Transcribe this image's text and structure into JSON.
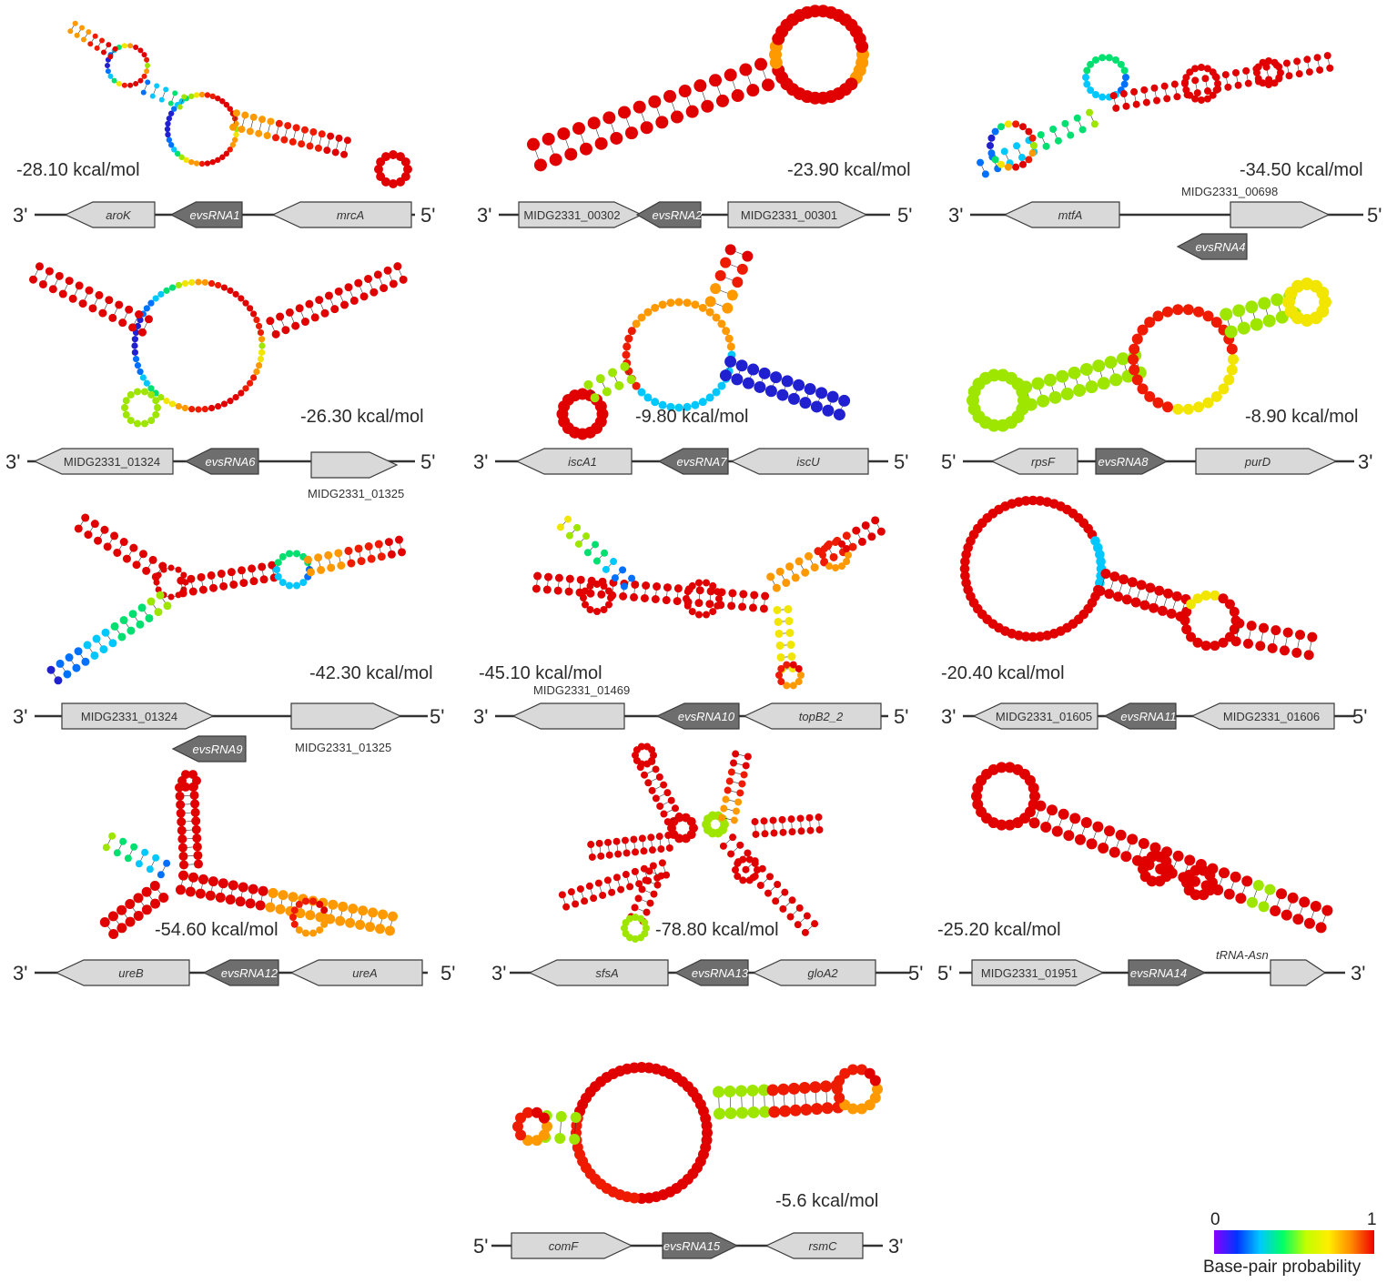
{
  "colors": {
    "gene_fill": "#d9d9d9",
    "gene_stroke": "#3a3a3a",
    "srna_fill": "#6e6e6e",
    "line": "#333333"
  },
  "panels": [
    {
      "id": "evsRNA1",
      "energy": "-28.10 kcal/mol",
      "left_end": "3'",
      "right_end": "5'",
      "genes": [
        {
          "label": "aroK",
          "dir": "left",
          "type": "gene",
          "italic": true
        },
        {
          "label": "evsRNA1",
          "dir": "left",
          "type": "srna"
        },
        {
          "label": "mrcA",
          "dir": "left",
          "type": "gene",
          "italic": true
        }
      ]
    },
    {
      "id": "evsRNA2",
      "energy": "-23.90 kcal/mol",
      "left_end": "3'",
      "right_end": "5'",
      "genes": [
        {
          "label": "MIDG2331_00302",
          "dir": "right",
          "type": "gene"
        },
        {
          "label": "evsRNA2",
          "dir": "left",
          "type": "srna"
        },
        {
          "label": "MIDG2331_00301",
          "dir": "right",
          "type": "gene"
        }
      ]
    },
    {
      "id": "evsRNA4",
      "energy": "-34.50 kcal/mol",
      "left_end": "3'",
      "right_end": "5'",
      "genes": [
        {
          "label": "mtfA",
          "dir": "left",
          "type": "gene",
          "italic": true
        },
        {
          "label": "MIDG2331_00698",
          "dir": "right",
          "type": "gene",
          "external": true
        },
        {
          "label": "evsRNA4",
          "dir": "left",
          "type": "srna"
        }
      ]
    },
    {
      "id": "evsRNA6",
      "energy": "-26.30 kcal/mol",
      "left_end": "3'",
      "right_end": "5'",
      "genes": [
        {
          "label": "MIDG2331_01324",
          "dir": "left",
          "type": "gene"
        },
        {
          "label": "evsRNA6",
          "dir": "left",
          "type": "srna"
        },
        {
          "label": "MIDG2331_01325",
          "dir": "right",
          "type": "gene",
          "external": true
        }
      ]
    },
    {
      "id": "evsRNA7",
      "energy": "-9.80 kcal/mol",
      "left_end": "3'",
      "right_end": "5'",
      "genes": [
        {
          "label": "iscA1",
          "dir": "left",
          "type": "gene",
          "italic": true
        },
        {
          "label": "evsRNA7",
          "dir": "left",
          "type": "srna"
        },
        {
          "label": "iscU",
          "dir": "left",
          "type": "gene",
          "italic": true
        }
      ]
    },
    {
      "id": "evsRNA8",
      "energy": "-8.90 kcal/mol",
      "left_end": "5'",
      "right_end": "3'",
      "genes": [
        {
          "label": "rpsF",
          "dir": "left",
          "type": "gene",
          "italic": true
        },
        {
          "label": "evsRNA8",
          "dir": "right",
          "type": "srna"
        },
        {
          "label": "purD",
          "dir": "right",
          "type": "gene",
          "italic": true
        }
      ]
    },
    {
      "id": "evsRNA9",
      "energy": "-42.30 kcal/mol",
      "left_end": "3'",
      "right_end": "5'",
      "genes": [
        {
          "label": "MIDG2331_01324",
          "dir": "right",
          "type": "gene"
        },
        {
          "label": "MIDG2331_01325",
          "dir": "right",
          "type": "gene",
          "external": true
        },
        {
          "label": "evsRNA9",
          "dir": "left",
          "type": "srna"
        }
      ]
    },
    {
      "id": "evsRNA10",
      "energy": "-45.10 kcal/mol",
      "left_end": "3'",
      "right_end": "5'",
      "genes": [
        {
          "label": "MIDG2331_01469",
          "dir": "left",
          "type": "gene",
          "external": true
        },
        {
          "label": "evsRNA10",
          "dir": "left",
          "type": "srna"
        },
        {
          "label": "topB2_2",
          "dir": "left",
          "type": "gene",
          "italic": true
        }
      ]
    },
    {
      "id": "evsRNA11",
      "energy": "-20.40 kcal/mol",
      "left_end": "3'",
      "right_end": "5'",
      "genes": [
        {
          "label": "MIDG2331_01605",
          "dir": "left",
          "type": "gene"
        },
        {
          "label": "evsRNA11",
          "dir": "left",
          "type": "srna"
        },
        {
          "label": "MIDG2331_01606",
          "dir": "left",
          "type": "gene"
        }
      ]
    },
    {
      "id": "evsRNA12",
      "energy": "-54.60 kcal/mol",
      "left_end": "3'",
      "right_end": "5'",
      "genes": [
        {
          "label": "ureB",
          "dir": "left",
          "type": "gene",
          "italic": true
        },
        {
          "label": "evsRNA12",
          "dir": "left",
          "type": "srna"
        },
        {
          "label": "ureA",
          "dir": "left",
          "type": "gene",
          "italic": true
        }
      ]
    },
    {
      "id": "evsRNA13",
      "energy": "-78.80 kcal/mol",
      "left_end": "3'",
      "right_end": "5'",
      "genes": [
        {
          "label": "sfsA",
          "dir": "left",
          "type": "gene",
          "italic": true
        },
        {
          "label": "evsRNA13",
          "dir": "left",
          "type": "srna"
        },
        {
          "label": "gloA2",
          "dir": "left",
          "type": "gene",
          "italic": true
        }
      ]
    },
    {
      "id": "evsRNA14",
      "energy": "-25.20 kcal/mol",
      "left_end": "5'",
      "right_end": "3'",
      "genes": [
        {
          "label": "MIDG2331_01951",
          "dir": "right",
          "type": "gene"
        },
        {
          "label": "evsRNA14",
          "dir": "right",
          "type": "srna"
        },
        {
          "label": "tRNA-Asn",
          "dir": "right",
          "type": "gene",
          "italic": true,
          "external": true
        }
      ]
    },
    {
      "id": "evsRNA15",
      "energy": "-5.6 kcal/mol",
      "left_end": "5'",
      "right_end": "3'",
      "genes": [
        {
          "label": "comF",
          "dir": "right",
          "type": "gene",
          "italic": true
        },
        {
          "label": "evsRNA15",
          "dir": "right",
          "type": "srna"
        },
        {
          "label": "rsmC",
          "dir": "left",
          "type": "gene",
          "italic": true
        }
      ]
    }
  ],
  "legend": {
    "min": "0",
    "max": "1",
    "title": "Base-pair probability",
    "stops": [
      "#8a00ff",
      "#0033ff",
      "#00c8ff",
      "#00ff66",
      "#bfff00",
      "#ffee00",
      "#ff8800",
      "#ee0000"
    ]
  }
}
